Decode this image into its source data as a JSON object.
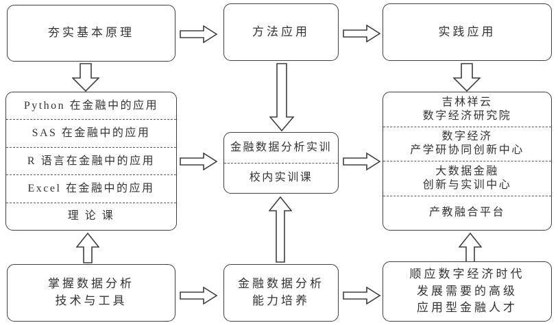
{
  "diagram": {
    "top_row": {
      "left": {
        "label": "夯实基本原理"
      },
      "center": {
        "label": "方法应用"
      },
      "right": {
        "label": "实践应用"
      }
    },
    "theory_panel": {
      "rows": [
        "Python 在金融中的应用",
        "SAS 在金融中的应用",
        "R 语言在金融中的应用",
        "Excel 在金融中的应用",
        "理 论 课"
      ]
    },
    "training_panel": {
      "rows": [
        "金融数据分析实训",
        "校内实训课"
      ]
    },
    "practice_panel": {
      "rows": [
        {
          "lines": [
            "吉林祥云",
            "数字经济研究院"
          ]
        },
        {
          "lines": [
            "数字经济",
            "产学研协同创新中心"
          ]
        },
        {
          "lines": [
            "大数据金融",
            "创新与实训中心"
          ]
        },
        {
          "lines": [
            "产教融合平台"
          ]
        }
      ]
    },
    "bottom_row": {
      "left": {
        "lines": [
          "掌握数据分析",
          "技术与工具"
        ]
      },
      "center": {
        "lines": [
          "金融数据分析",
          "能力培养"
        ]
      },
      "right": {
        "lines": [
          "顺应数字经济时代",
          "发展需要的高级",
          "应用型金融人才"
        ]
      }
    },
    "colors": {
      "line": "#3d3d3d",
      "background": "#ffffff",
      "text": "#333333"
    }
  }
}
